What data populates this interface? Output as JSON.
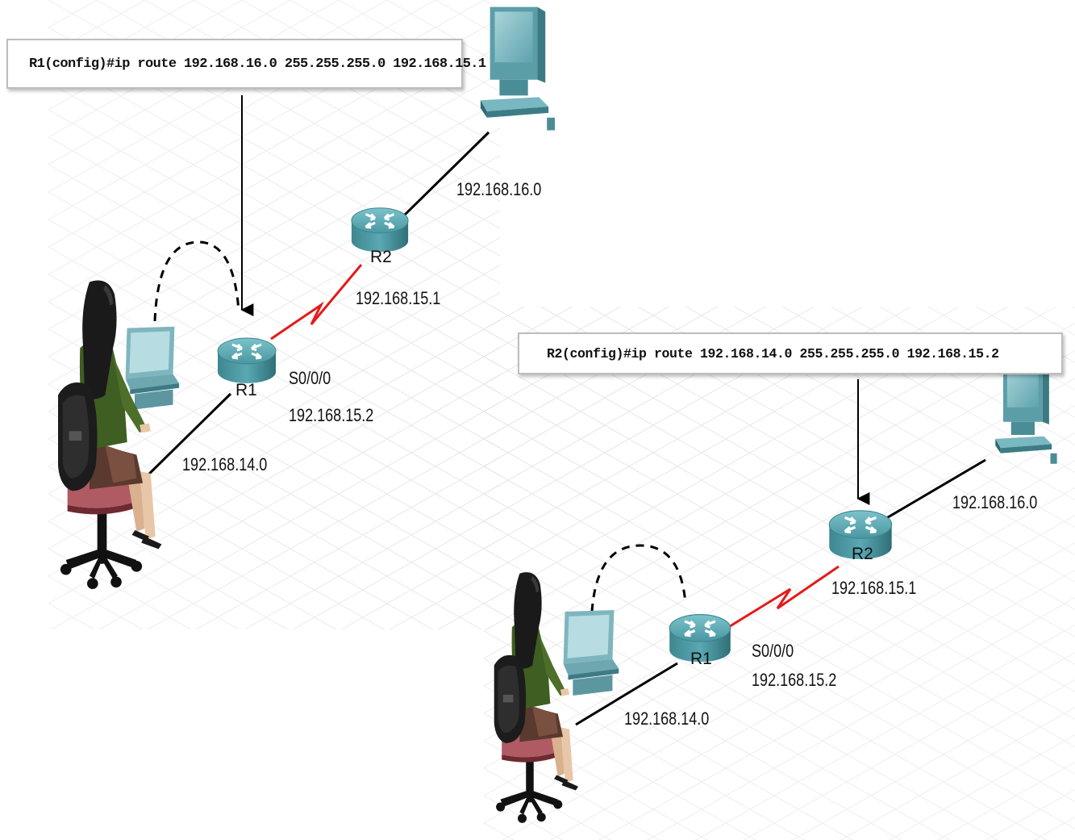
{
  "scenario_1": {
    "command": "R1(config)#ip route 192.168.16.0 255.255.255.0 192.168.15.1",
    "router_left": "R1",
    "router_right": "R2",
    "net_right": "192.168.16.0",
    "serial_right_ip": "192.168.15.1",
    "interface": "S0/0/0",
    "serial_left_ip": "192.168.15.2",
    "net_left": "192.168.14.0"
  },
  "scenario_2": {
    "command": "R2(config)#ip route 192.168.14.0 255.255.255.0 192.168.15.2",
    "router_left": "R1",
    "router_right": "R2",
    "net_right": "192.168.16.0",
    "serial_right_ip": "192.168.15.1",
    "interface": "S0/0/0",
    "serial_left_ip": "192.168.15.2",
    "net_left": "192.168.14.0"
  },
  "colors": {
    "router": "#4f9ea8",
    "serial_link": "#e31b1b",
    "ethernet_link": "#000000",
    "grid": "#d9d9d9"
  }
}
